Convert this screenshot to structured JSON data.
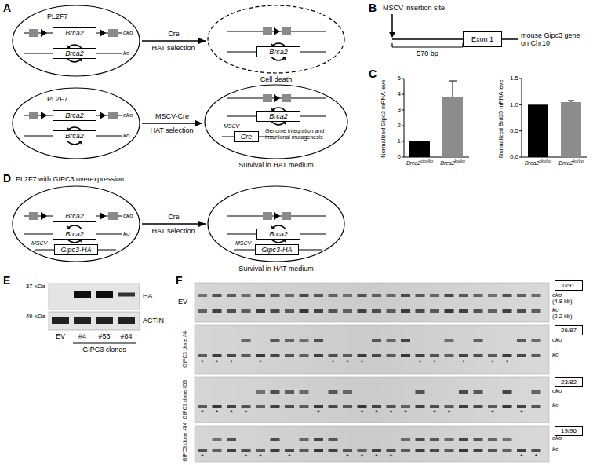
{
  "diagram": {
    "nodes": [
      {
        "text": [
          "PL2F7",
          "cko",
          "ko"
        ]
      },
      {
        "text": [
          "Brca2"
        ],
        "in": 0
      },
      {
        "text": [
          "Brca2"
        ],
        "in": 0
      },
      {
        "text": [
          "Cell death"
        ]
      },
      {
        "text": [
          "Brca2"
        ],
        "in": 3
      },
      {
        "text": [
          "PL2F7",
          "cko",
          "ko"
        ]
      },
      {
        "text": [
          "Brca2"
        ],
        "in": 5
      },
      {
        "text": [
          "Brca2"
        ],
        "in": 5
      },
      {
        "text": [
          "MSCV",
          "Genome integration and insertional mutagenesis",
          "Survival in HAT medium"
        ]
      },
      {
        "text": [
          "Brca2"
        ],
        "in": 8
      },
      {
        "text": [
          "Cre"
        ],
        "in": 8
      },
      {
        "text": [
          "PL2F7 with GIPC3 overexpression",
          "cko",
          "ko",
          "MSCV"
        ]
      },
      {
        "text": [
          "Brca2"
        ],
        "in": 11
      },
      {
        "text": [
          "Brca2"
        ],
        "in": 11
      },
      {
        "text": [
          "Gipc3-HA"
        ],
        "in": 11
      },
      {
        "text": [
          "MSCV",
          "Survival in HAT medium"
        ]
      },
      {
        "text": [
          "Brca2"
        ],
        "in": 15
      },
      {
        "text": [
          "Gipc3-HA"
        ],
        "in": 15
      },
      {
        "text": [
          "Exon 1"
        ]
      },
      {
        "text": [
          "0/91"
        ]
      },
      {
        "text": [
          "26/87"
        ]
      },
      {
        "text": [
          "23/82"
        ]
      },
      {
        "text": [
          "19/96"
        ]
      }
    ],
    "edges": [
      {
        "from": 0,
        "to": 3,
        "label": "Cre",
        "arrow": "to"
      },
      {
        "from": 5,
        "to": 8,
        "label": "MSCV-Cre",
        "arrow": "to"
      },
      {
        "from": 11,
        "to": 15,
        "label": "Cre",
        "arrow": "to"
      }
    ],
    "labels": [
      "A",
      "HAT selection",
      "HAT selection",
      "B",
      "MSCV insertion site",
      "570 bp",
      "mouse Gipc3 gene on Chr10",
      "C",
      "Normalized Gipc3 mRNA level",
      "0",
      "1",
      "2",
      "3",
      "4",
      "5",
      "Brca2",
      "cko/ko",
      "Brca2",
      "ko/ko",
      "Normalized Brd35 mRNA level",
      "0.0",
      "0.5",
      "1.0",
      "1.5",
      "Brca2",
      "cko/ko",
      "Brca2",
      "ko/ko",
      "D",
      "HAT selection",
      "E",
      "37 kDa",
      "49 kDa",
      "HA",
      "ACTIN",
      "EV",
      "#4",
      "#53",
      "#84",
      "GIPC3 clones",
      "F",
      "EV",
      "cko",
      "(4.8 kb)",
      "ko",
      "(2.2 kb)",
      "GIPC3 clone #4",
      "cko",
      "ko",
      "GIPC3 clone #53",
      "cko",
      "ko",
      "GIPC3 clone #84",
      "cko",
      "ko",
      "*",
      "*",
      "*",
      "*",
      "*",
      "*",
      "*",
      "*",
      "*",
      "*",
      "*",
      "*",
      "*",
      "*",
      "*",
      "*",
      "*",
      "*",
      "*",
      "*",
      "*",
      "*",
      "*",
      "*",
      "*",
      "*",
      "*",
      "*",
      "*",
      "*",
      "*",
      "*",
      "*",
      "*",
      "*"
    ]
  }
}
